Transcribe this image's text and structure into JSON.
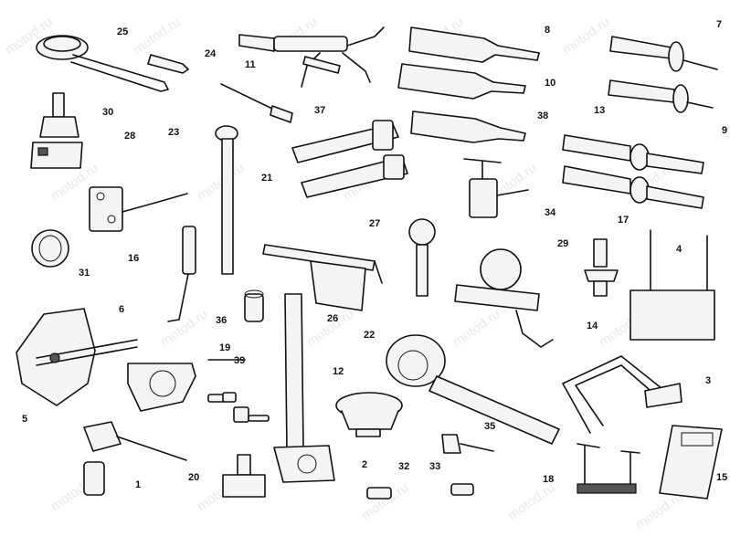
{
  "watermark": {
    "text": "motod.ru",
    "color": "#cfcfcf"
  },
  "labels": {
    "n1": "1",
    "n2": "2",
    "n3": "3",
    "n4": "4",
    "n5": "5",
    "n6": "6",
    "n7": "7",
    "n8": "8",
    "n9": "9",
    "n10": "10",
    "n11": "11",
    "n12": "12",
    "n13": "13",
    "n14": "14",
    "n15": "15",
    "n16": "16",
    "n17": "17",
    "n18": "18",
    "n19": "19",
    "n20": "20",
    "n21": "21",
    "n22": "22",
    "n23": "23",
    "n24": "24",
    "n25": "25",
    "n26": "26",
    "n27": "27",
    "n28": "28",
    "n29": "29",
    "n30": "30",
    "n31": "31",
    "n32": "32",
    "n33": "33",
    "n34": "34",
    "n35": "35",
    "n36": "36",
    "n37": "37",
    "n38": "38",
    "n39": "39"
  }
}
